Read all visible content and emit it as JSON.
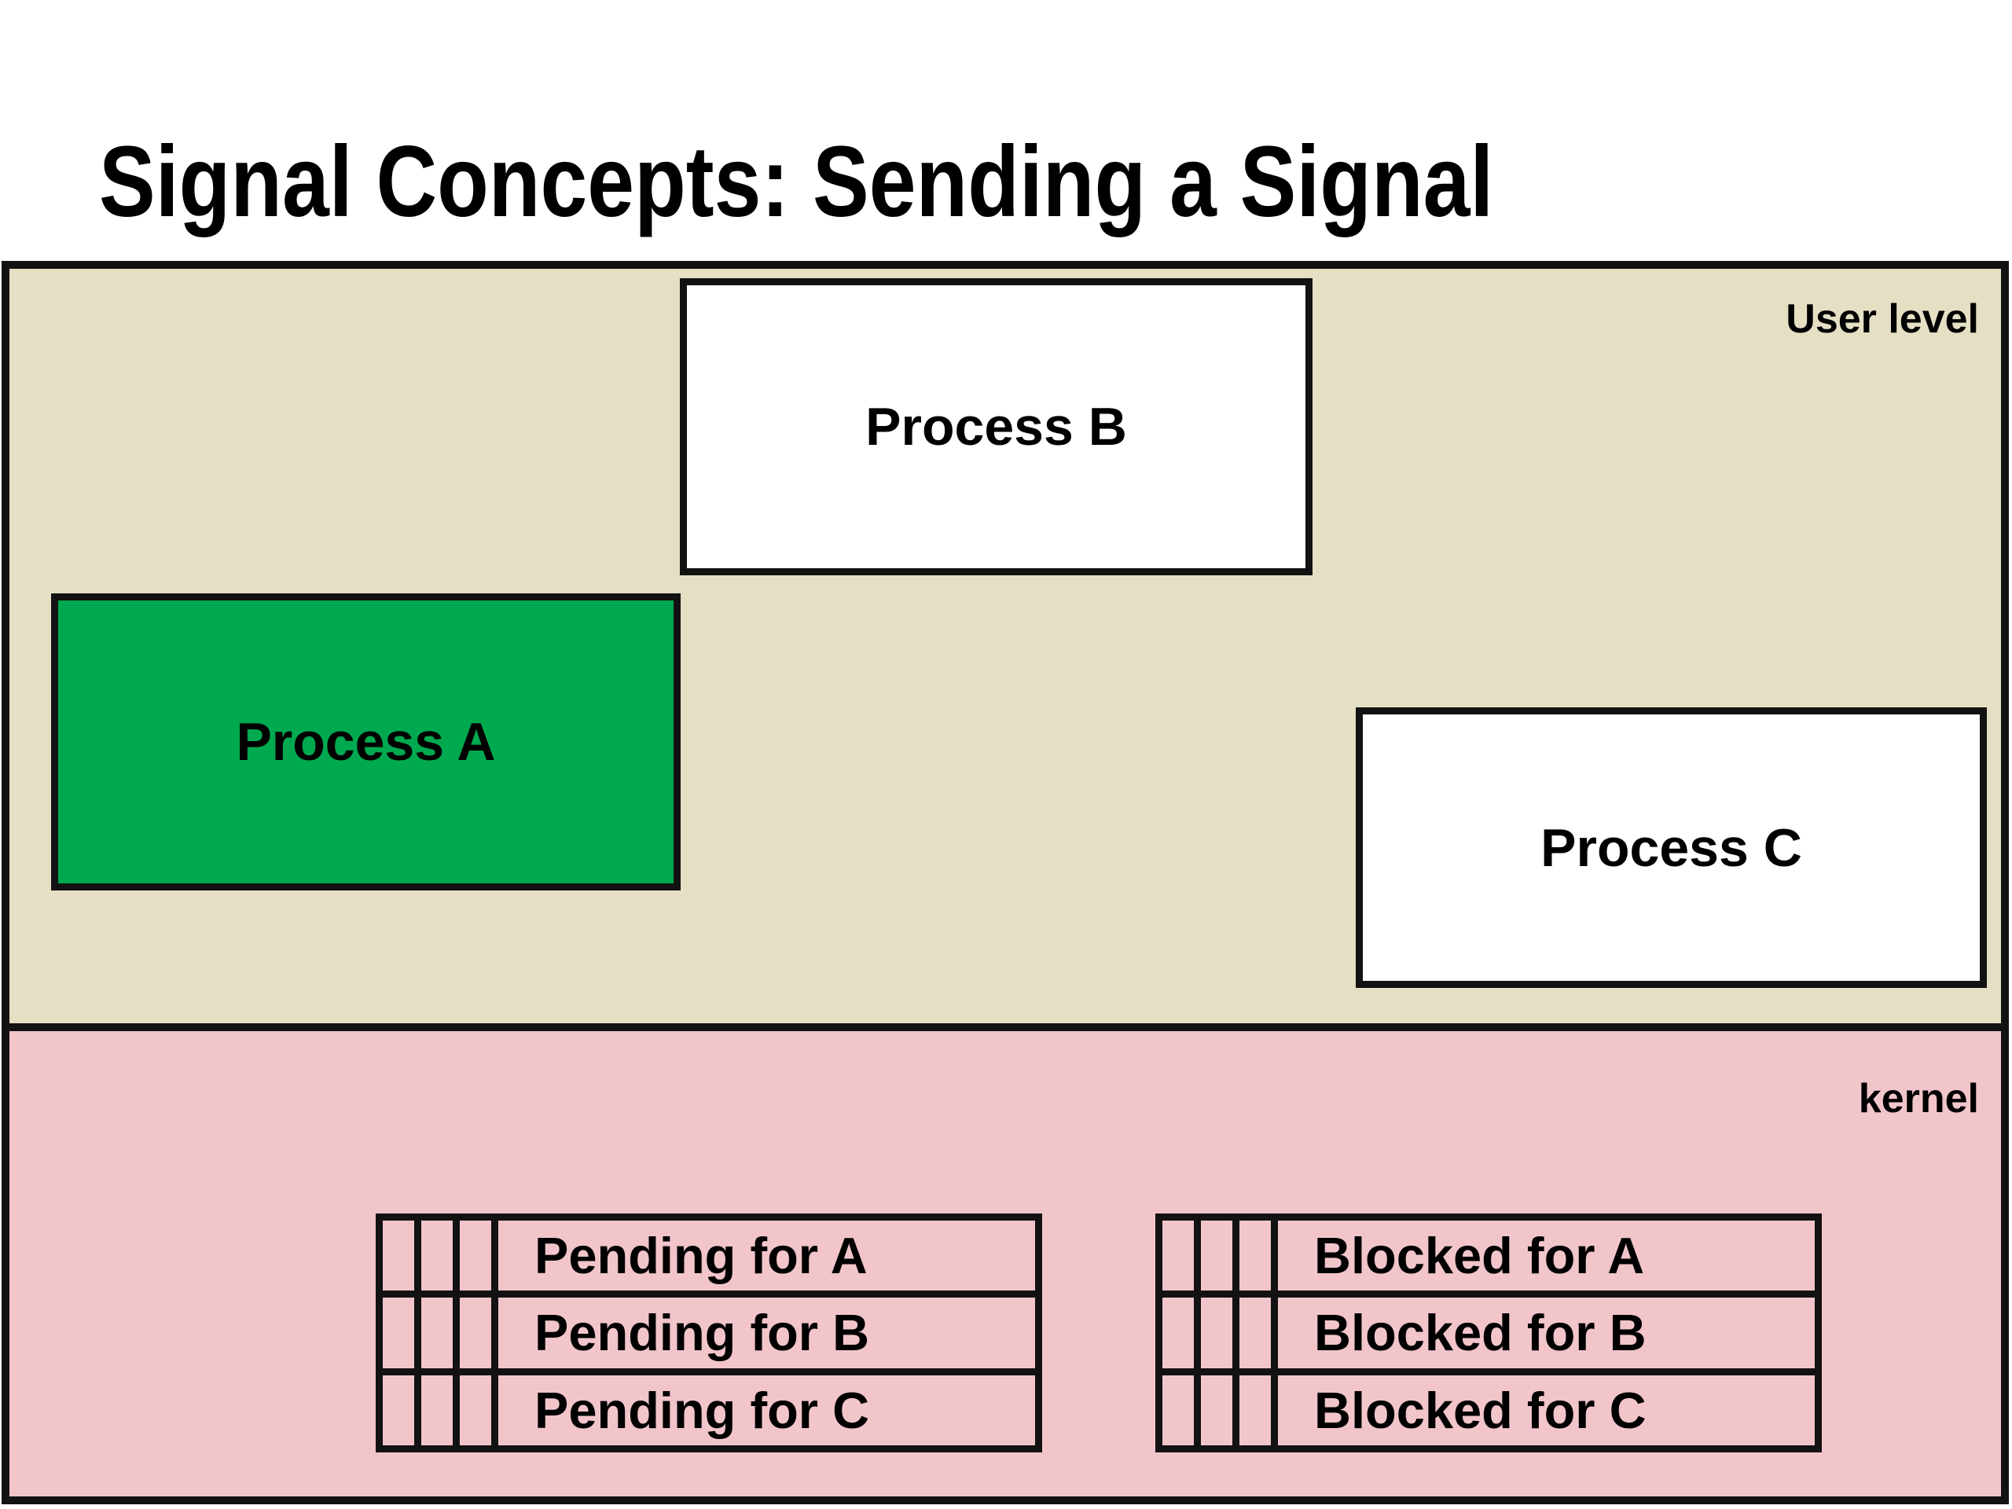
{
  "slide": {
    "title": "Signal Concepts: Sending a Signal"
  },
  "user_level": {
    "label": "User level",
    "processes": [
      {
        "name": "Process A",
        "fill": "green"
      },
      {
        "name": "Process B",
        "fill": "white"
      },
      {
        "name": "Process C",
        "fill": "white"
      }
    ]
  },
  "kernel": {
    "label": "kernel",
    "bit_cells_per_row": 3,
    "pending_rows": [
      "Pending for A",
      "Pending for B",
      "Pending for C"
    ],
    "blocked_rows": [
      "Blocked for A",
      "Blocked for B",
      "Blocked for C"
    ]
  },
  "colors": {
    "page_bg": "#ffffff",
    "user_level_bg": "#e5dfc4",
    "kernel_bg": "#f2c5cb",
    "process_box_bg": "#ffffff",
    "highlight_green": "#00a94f",
    "outline": "#121212",
    "text": "#000000"
  }
}
